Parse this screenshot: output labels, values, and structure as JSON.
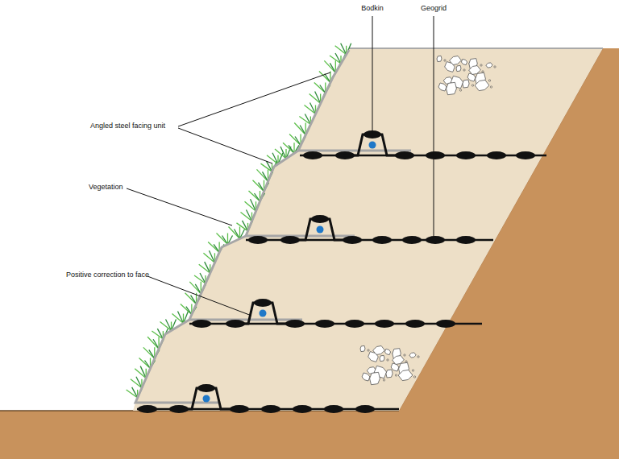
{
  "diagram": {
    "labels": [
      "Bodkin",
      "Geogrid",
      "Angled steel facing unit",
      "Vegetation",
      "Positive correction to face"
    ]
  }
}
